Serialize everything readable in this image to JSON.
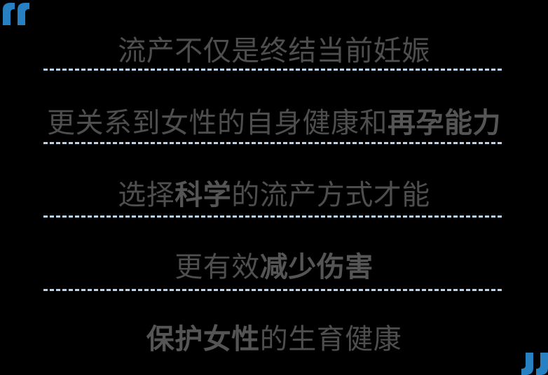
{
  "banner": {
    "background_color": "#000000",
    "accent_color": "#2680c2",
    "divider_color": "#b8d4ec",
    "text_color_light": "#4e4e4e",
    "text_color_bold": "#555555",
    "open_quote_glyph": "open-quote-mark",
    "close_quote_glyph": "close-quote-mark",
    "lines": [
      {
        "segments": [
          {
            "text": "流产不仅是终结当前妊娠",
            "emphasis": false
          }
        ]
      },
      {
        "segments": [
          {
            "text": "更关系到女性的自身健康和",
            "emphasis": false
          },
          {
            "text": "再孕能力",
            "emphasis": true
          }
        ]
      },
      {
        "segments": [
          {
            "text": "选择",
            "emphasis": false
          },
          {
            "text": "科学",
            "emphasis": true
          },
          {
            "text": "的流产方式才能",
            "emphasis": false
          }
        ]
      },
      {
        "segments": [
          {
            "text": "更有效",
            "emphasis": false
          },
          {
            "text": "减少伤害",
            "emphasis": true
          }
        ]
      },
      {
        "segments": [
          {
            "text": "保护女性",
            "emphasis": true
          },
          {
            "text": "的生育健康",
            "emphasis": false
          }
        ]
      }
    ]
  }
}
